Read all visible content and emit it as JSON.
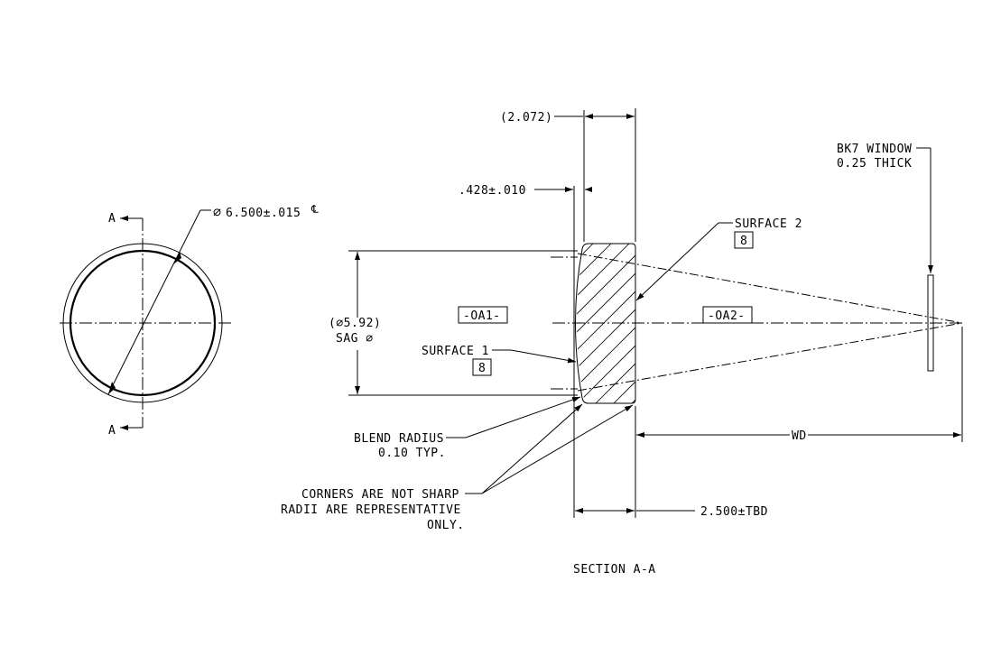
{
  "front_view": {
    "section_label_top": "A",
    "section_label_bottom": "A",
    "diameter_prefix": "∅",
    "diameter_text": "6.500±.015",
    "centerline_mark": "℄"
  },
  "section": {
    "overall_length": "(2.072)",
    "center_thickness": ".428±.010",
    "sag_diameter_line1": "(∅5.92)",
    "sag_diameter_line2": "SAG ∅",
    "datum_left": "-OA1-",
    "datum_right": "-OA2-",
    "surface1_label": "SURFACE 1",
    "surface1_num": "8",
    "surface2_label": "SURFACE 2",
    "surface2_num": "8",
    "blend_radius_line1": "BLEND RADIUS",
    "blend_radius_line2": "0.10 TYP.",
    "corners_line1": "CORNERS ARE NOT SHARP",
    "corners_line2": "RADII ARE REPRESENTATIVE",
    "corners_line3": "ONLY.",
    "edge_thickness": "2.500±TBD",
    "window_line1": "BK7 WINDOW",
    "window_line2": "0.25 THICK",
    "wd_label": "WD",
    "title": "SECTION  A-A"
  }
}
